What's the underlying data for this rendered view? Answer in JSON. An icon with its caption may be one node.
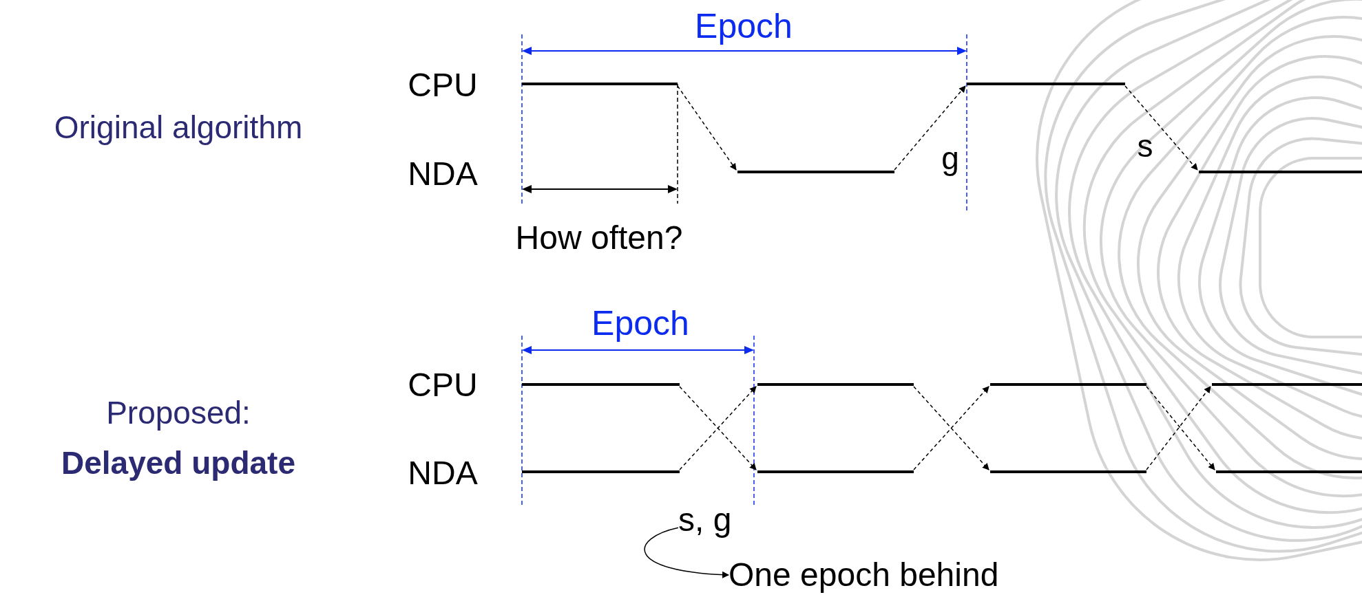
{
  "diagram": {
    "nodes": [
      {
        "text": [],
        "shape": "bar"
      },
      {
        "text": [],
        "shape": "bar"
      },
      {
        "text": [],
        "shape": "bar"
      },
      {
        "text": [],
        "shape": "bar"
      },
      {
        "text": [],
        "shape": "bar"
      },
      {
        "text": [],
        "shape": "bar"
      },
      {
        "text": [],
        "shape": "bar"
      },
      {
        "text": [],
        "shape": "bar"
      },
      {
        "text": [],
        "shape": "bar"
      },
      {
        "text": [],
        "shape": "bar"
      },
      {
        "text": [],
        "shape": "bar"
      },
      {
        "text": [],
        "shape": "bar"
      },
      {
        "text": [
          "s, g"
        ]
      },
      {
        "text": [
          "One epoch behind"
        ]
      }
    ],
    "edges": [
      {
        "from": 0,
        "to": 1,
        "arrow": "to",
        "style": "dashed"
      },
      {
        "from": 1,
        "to": 2,
        "arrow": "to",
        "style": "dashed",
        "label": "g"
      },
      {
        "from": 2,
        "to": 3,
        "arrow": "to",
        "style": "dashed",
        "label": "s"
      },
      {
        "from": 4,
        "to": 9,
        "arrow": "to",
        "style": "dashed"
      },
      {
        "from": 8,
        "to": 5,
        "arrow": "to",
        "style": "dashed"
      },
      {
        "from": 5,
        "to": 10,
        "arrow": "to",
        "style": "dashed"
      },
      {
        "from": 9,
        "to": 6,
        "arrow": "to",
        "style": "dashed"
      },
      {
        "from": 6,
        "to": 11,
        "arrow": "to",
        "style": "dashed"
      },
      {
        "from": 10,
        "to": 7,
        "arrow": "to",
        "style": "dashed"
      },
      {
        "from": 12,
        "to": 13,
        "arrow": "to"
      }
    ],
    "labels": [
      "Epoch",
      "CPU",
      "Original algorithm",
      "NDA",
      "How often?",
      "Epoch",
      "CPU",
      "Proposed:",
      "**Delayed update**",
      "NDA"
    ]
  }
}
